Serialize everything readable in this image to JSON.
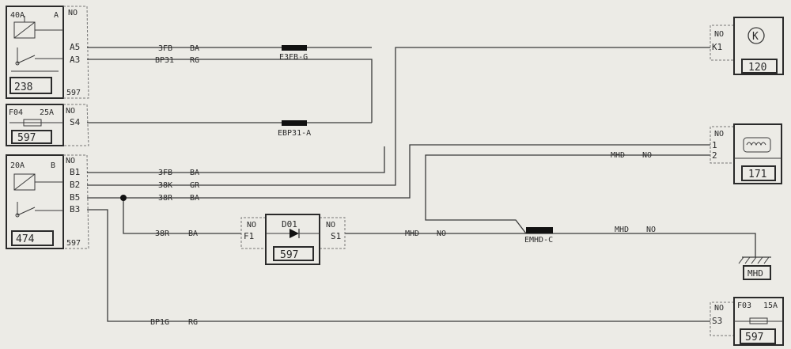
{
  "left": {
    "relay1": {
      "rating": "40A",
      "corner": "A",
      "id": "238",
      "conn_color": "NO",
      "conn_id": "597",
      "pins": [
        "A5",
        "A3"
      ]
    },
    "fuse1": {
      "name": "F04",
      "rating": "25A",
      "id": "597",
      "conn_color": "NO",
      "pin": "S4"
    },
    "relay2": {
      "rating": "20A",
      "corner": "B",
      "id": "474",
      "conn_color": "NO",
      "conn_id": "597",
      "pins": [
        "B1",
        "B2",
        "B5",
        "B3"
      ]
    }
  },
  "wires": {
    "w1": {
      "code": "3FB",
      "color": "BA"
    },
    "w2": {
      "code": "BP31",
      "color": "RG"
    },
    "w3": {
      "code": "3FB",
      "color": "BA"
    },
    "w4": {
      "code": "38K",
      "color": "GR"
    },
    "w5": {
      "code": "38R",
      "color": "BA"
    },
    "w6": {
      "code": "38R",
      "color": "BA"
    },
    "w7": {
      "code": "BP1G",
      "color": "RG"
    },
    "w8": {
      "code": "MHD",
      "color": "NO"
    },
    "w9": {
      "code": "MHD",
      "color": "NO"
    },
    "w10": {
      "code": "MHD",
      "color": "NO"
    }
  },
  "splices": {
    "s1": "E3FB-G",
    "s2": "EBP31-A",
    "s3": "EMHD-C"
  },
  "diode": {
    "name": "D01",
    "id": "597",
    "in_color": "NO",
    "in_pin": "F1",
    "out_color": "NO",
    "out_pin": "S1"
  },
  "right": {
    "comp120": {
      "color": "NO",
      "pin": "K1",
      "symbol": "K",
      "id": "120"
    },
    "comp171": {
      "color": "NO",
      "pins": [
        "1",
        "2"
      ],
      "id": "171"
    },
    "ground": {
      "label": "MHD"
    },
    "fuse3": {
      "color": "NO",
      "pin": "S3",
      "name": "F03",
      "rating": "15A",
      "id": "597"
    }
  }
}
